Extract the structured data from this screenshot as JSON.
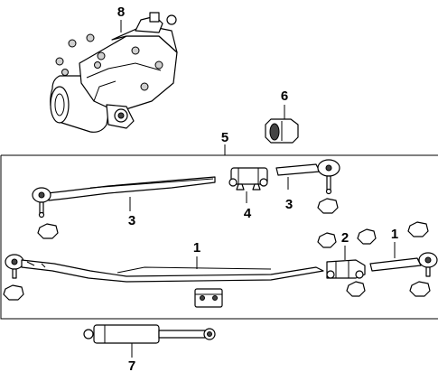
{
  "callouts": {
    "c8": "8",
    "c6": "6",
    "c5": "5",
    "c3_left": "3",
    "c4": "4",
    "c3_right": "3",
    "c1_center": "1",
    "c2": "2",
    "c1_right": "1",
    "c7": "7"
  },
  "colors": {
    "line": "#000000",
    "shade": "#cfcfcf",
    "background": "#ffffff"
  }
}
